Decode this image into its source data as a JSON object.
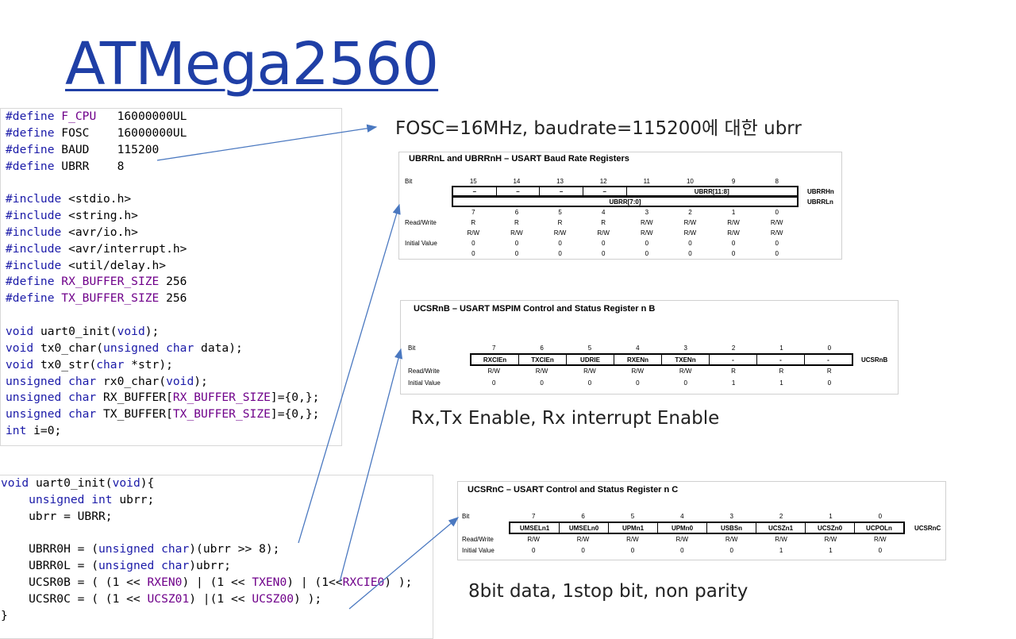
{
  "title": "ATMega2560",
  "code_top": [
    [
      [
        "#define ",
        "kw"
      ],
      [
        "F_CPU",
        "mac"
      ],
      [
        "   16000000UL",
        ""
      ]
    ],
    [
      [
        "#define ",
        "kw"
      ],
      [
        "FOSC",
        ""
      ],
      [
        "    16000000UL",
        ""
      ]
    ],
    [
      [
        "#define ",
        "kw"
      ],
      [
        "BAUD",
        ""
      ],
      [
        "    115200",
        ""
      ]
    ],
    [
      [
        "#define ",
        "kw"
      ],
      [
        "UBRR",
        ""
      ],
      [
        "    8",
        ""
      ]
    ],
    [
      [
        "",
        ""
      ]
    ],
    [
      [
        "#include ",
        "kw"
      ],
      [
        "<stdio.h>",
        ""
      ]
    ],
    [
      [
        "#include ",
        "kw"
      ],
      [
        "<string.h>",
        ""
      ]
    ],
    [
      [
        "#include ",
        "kw"
      ],
      [
        "<avr/io.h>",
        ""
      ]
    ],
    [
      [
        "#include ",
        "kw"
      ],
      [
        "<avr/interrupt.h>",
        ""
      ]
    ],
    [
      [
        "#include ",
        "kw"
      ],
      [
        "<util/delay.h>",
        ""
      ]
    ],
    [
      [
        "#define ",
        "kw"
      ],
      [
        "RX_BUFFER_SIZE",
        "mac"
      ],
      [
        " 256",
        ""
      ]
    ],
    [
      [
        "#define ",
        "kw"
      ],
      [
        "TX_BUFFER_SIZE",
        "mac"
      ],
      [
        " 256",
        ""
      ]
    ],
    [
      [
        "",
        ""
      ]
    ],
    [
      [
        "void",
        "kw"
      ],
      [
        " uart0_init(",
        ""
      ],
      [
        "void",
        "kw"
      ],
      [
        ");",
        ""
      ]
    ],
    [
      [
        "void",
        "kw"
      ],
      [
        " tx0_char(",
        ""
      ],
      [
        "unsigned char",
        "kw"
      ],
      [
        " data);",
        ""
      ]
    ],
    [
      [
        "void",
        "kw"
      ],
      [
        " tx0_str(",
        ""
      ],
      [
        "char",
        "kw"
      ],
      [
        " *str);",
        ""
      ]
    ],
    [
      [
        "unsigned char",
        "kw"
      ],
      [
        " rx0_char(",
        ""
      ],
      [
        "void",
        "kw"
      ],
      [
        ");",
        ""
      ]
    ],
    [
      [
        "unsigned char",
        "kw"
      ],
      [
        " RX_BUFFER[",
        ""
      ],
      [
        "RX_BUFFER_SIZE",
        "mac"
      ],
      [
        "]={0,};",
        ""
      ]
    ],
    [
      [
        "unsigned char",
        "kw"
      ],
      [
        " TX_BUFFER[",
        ""
      ],
      [
        "TX_BUFFER_SIZE",
        "mac"
      ],
      [
        "]={0,};",
        ""
      ]
    ],
    [
      [
        "int",
        "kw"
      ],
      [
        " i=0;",
        ""
      ]
    ]
  ],
  "code_bottom": [
    [
      [
        "void",
        "kw"
      ],
      [
        " uart0_init(",
        ""
      ],
      [
        "void",
        "kw"
      ],
      [
        "){",
        ""
      ]
    ],
    [
      [
        "    ",
        ""
      ],
      [
        "unsigned int",
        "kw"
      ],
      [
        " ubrr;",
        ""
      ]
    ],
    [
      [
        "    ubrr = UBRR;",
        ""
      ]
    ],
    [
      [
        "",
        ""
      ]
    ],
    [
      [
        "    UBRR0H = (",
        ""
      ],
      [
        "unsigned char",
        "kw"
      ],
      [
        ")(ubrr >> 8);",
        ""
      ]
    ],
    [
      [
        "    UBRR0L = (",
        ""
      ],
      [
        "unsigned char",
        "kw"
      ],
      [
        ")ubrr;",
        ""
      ]
    ],
    [
      [
        "    UCSR0B = ( (1 << ",
        ""
      ],
      [
        "RXEN0",
        "mac"
      ],
      [
        ") | (1 << ",
        ""
      ],
      [
        "TXEN0",
        "mac"
      ],
      [
        ") | (1<<",
        ""
      ],
      [
        "RXCIE0",
        "mac"
      ],
      [
        ") );",
        ""
      ]
    ],
    [
      [
        "    UCSR0C = ( (1 << ",
        ""
      ],
      [
        "UCSZ01",
        "mac"
      ],
      [
        ") |(1 << ",
        ""
      ],
      [
        "UCSZ00",
        "mac"
      ],
      [
        ") );",
        ""
      ]
    ],
    [
      [
        "}",
        ""
      ]
    ]
  ],
  "notes": {
    "ubrr": "FOSC=16MHz, baudrate=115200에 대한 ubrr",
    "ucsrb": "Rx,Tx Enable, Rx interrupt Enable",
    "ucsrc": "8bit data, 1stop bit, non parity"
  },
  "ubrr_reg": {
    "title": "UBRRnL and UBRRnH – USART Baud Rate Registers",
    "bit_label": "Bit",
    "bits_high": [
      "15",
      "14",
      "13",
      "12",
      "11",
      "10",
      "9",
      "8"
    ],
    "row1": [
      "–",
      "–",
      "–",
      "–",
      "UBRR[11:8]"
    ],
    "row2": "UBRR[7:0]",
    "name_h": "UBRRHn",
    "name_l": "UBRRLn",
    "bits_low": [
      "7",
      "6",
      "5",
      "4",
      "3",
      "2",
      "1",
      "0"
    ],
    "rw_label": "Read/Write",
    "rw1": [
      "R",
      "R",
      "R",
      "R",
      "R/W",
      "R/W",
      "R/W",
      "R/W"
    ],
    "rw2": [
      "R/W",
      "R/W",
      "R/W",
      "R/W",
      "R/W",
      "R/W",
      "R/W",
      "R/W"
    ],
    "init_label": "Initial Value",
    "init1": [
      "0",
      "0",
      "0",
      "0",
      "0",
      "0",
      "0",
      "0"
    ],
    "init2": [
      "0",
      "0",
      "0",
      "0",
      "0",
      "0",
      "0",
      "0"
    ]
  },
  "ucsrb_reg": {
    "title": "UCSRnB – USART MSPIM Control and Status Register n B",
    "bit_label": "Bit",
    "bits": [
      "7",
      "6",
      "5",
      "4",
      "3",
      "2",
      "1",
      "0"
    ],
    "names": [
      "RXCIEn",
      "TXCIEn",
      "UDRIE",
      "RXENn",
      "TXENn",
      "-",
      "-",
      "-"
    ],
    "regname": "UCSRnB",
    "rw_label": "Read/Write",
    "rw": [
      "R/W",
      "R/W",
      "R/W",
      "R/W",
      "R/W",
      "R",
      "R",
      "R"
    ],
    "init_label": "Initial Value",
    "init": [
      "0",
      "0",
      "0",
      "0",
      "0",
      "1",
      "1",
      "0"
    ]
  },
  "ucsrc_reg": {
    "title": "UCSRnC – USART Control and Status Register n C",
    "bit_label": "Bit",
    "bits": [
      "7",
      "6",
      "5",
      "4",
      "3",
      "2",
      "1",
      "0"
    ],
    "names": [
      "UMSELn1",
      "UMSELn0",
      "UPMn1",
      "UPMn0",
      "USBSn",
      "UCSZn1",
      "UCSZn0",
      "UCPOLn"
    ],
    "regname": "UCSRnC",
    "rw_label": "Read/Write",
    "rw": [
      "R/W",
      "R/W",
      "R/W",
      "R/W",
      "R/W",
      "R/W",
      "R/W",
      "R/W"
    ],
    "init_label": "Initial Value",
    "init": [
      "0",
      "0",
      "0",
      "0",
      "0",
      "1",
      "1",
      "0"
    ]
  },
  "colors": {
    "title": "#1f3fa6",
    "keyword": "#1a1aa8",
    "macro": "#6f008a",
    "arrow": "#4a78c0"
  }
}
